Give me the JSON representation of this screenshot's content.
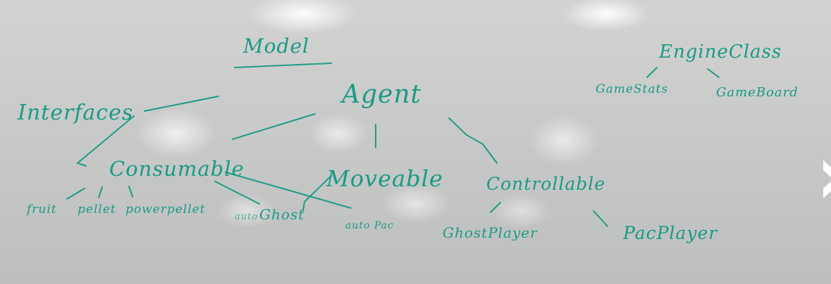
{
  "labels": {
    "model": "Model",
    "interfaces": "Interfaces",
    "agent": "Agent",
    "engine_class": "EngineClass",
    "game_stats": "GameStats",
    "game_board": "GameBoard",
    "consumable": "Consumable",
    "moveable": "Moveable",
    "controllable": "Controllable",
    "fruit": "fruit",
    "pellet": "pellet",
    "powerpellet": "powerpellet",
    "auto_ghost_prefix": "auto",
    "ghost": "Ghost",
    "auto_pac": "auto Pac",
    "ghost_player": "GhostPlayer",
    "pac_player": "PacPlayer"
  },
  "colors": {
    "marker": "#1a9a86",
    "board": "#c9cbca"
  }
}
